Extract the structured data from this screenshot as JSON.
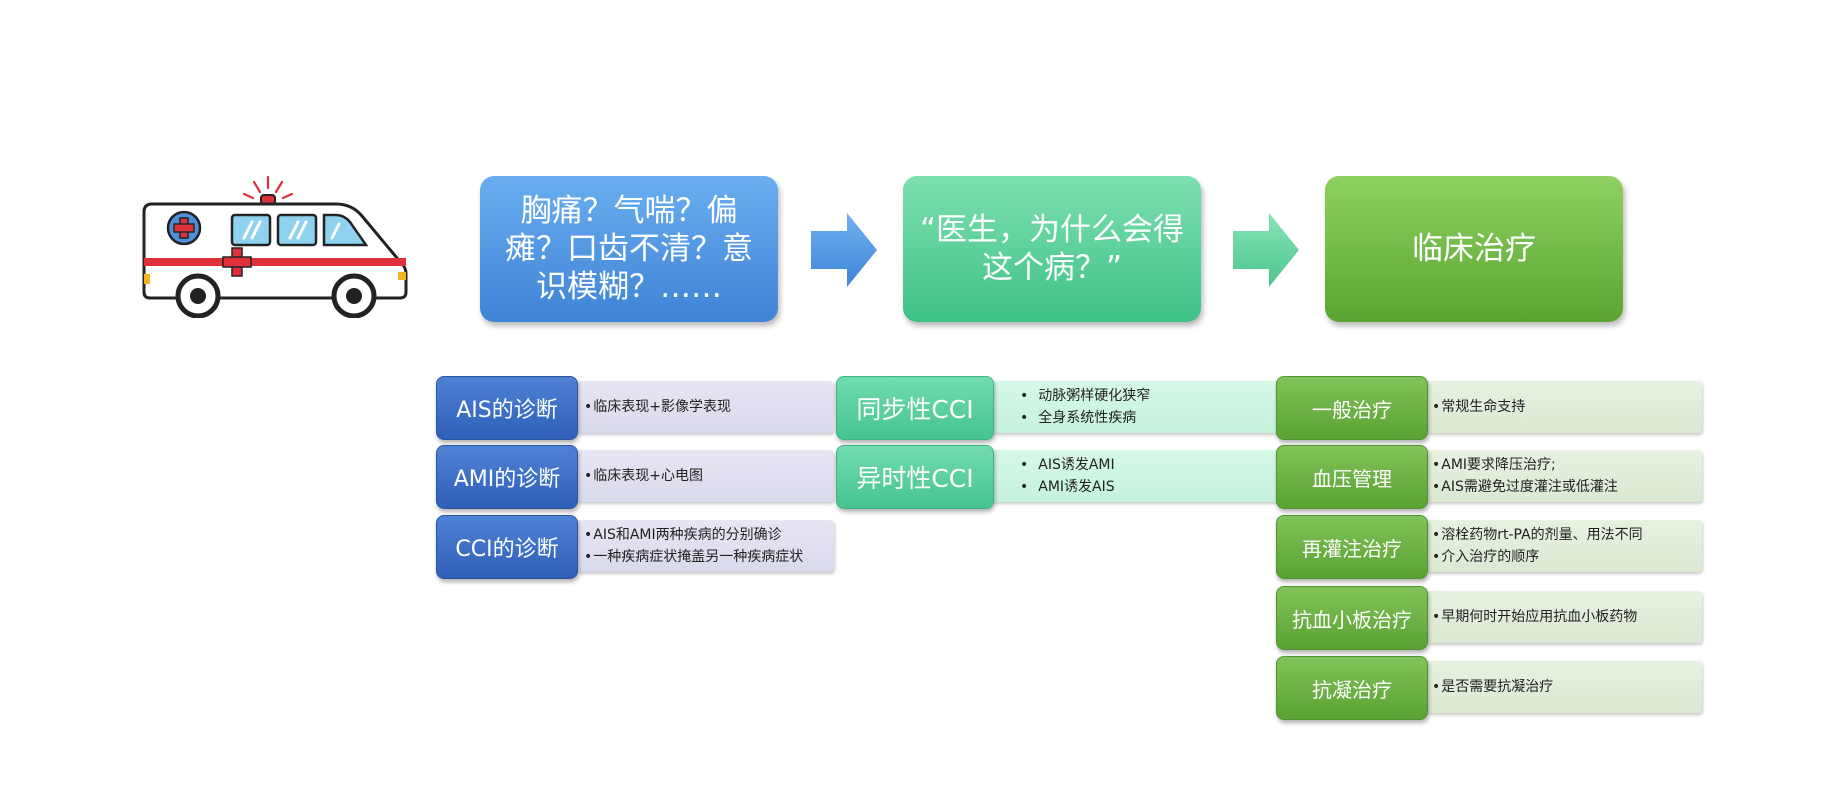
{
  "top": {
    "box1": "胸痛？气喘？偏瘫？口齿不清？意识模糊？……",
    "box2": "“医生，为什么会得这个病？”",
    "box3": "临床治疗"
  },
  "diagnosis": [
    {
      "label": "AIS的诊断",
      "lines": [
        "临床表现+影像学表现"
      ]
    },
    {
      "label": "AMI的诊断",
      "lines": [
        "临床表现+心电图"
      ]
    },
    {
      "label": "CCI的诊断",
      "lines": [
        "AIS和AMI两种疾病的分别确诊",
        "一种疾病症状掩盖另一种疾病症状"
      ]
    }
  ],
  "cci_types": [
    {
      "label": "同步性CCI",
      "lines": [
        "动脉粥样硬化狭窄",
        "全身系统性疾病"
      ]
    },
    {
      "label": "异时性CCI",
      "lines": [
        "AIS诱发AMI",
        "AMI诱发AIS"
      ]
    }
  ],
  "treatment": [
    {
      "label": "一般治疗",
      "lines": [
        "常规生命支持"
      ]
    },
    {
      "label": "血压管理",
      "lines": [
        "AMI要求降压治疗;",
        "AIS需避免过度灌注或低灌注"
      ]
    },
    {
      "label": "再灌注治疗",
      "lines": [
        "溶栓药物rt-PA的剂量、用法不同",
        "介入治疗的顺序"
      ]
    },
    {
      "label": "抗血小板治疗",
      "lines": [
        "早期何时开始应用抗血小板药物"
      ]
    },
    {
      "label": "抗凝治疗",
      "lines": [
        "是否需要抗凝治疗"
      ]
    }
  ],
  "icons": {
    "ambulance": "ambulance-icon",
    "arrow": "right-arrow-icon"
  },
  "colors": {
    "blue": "#3f83d6",
    "teal": "#3fc186",
    "green": "#5aa532"
  }
}
